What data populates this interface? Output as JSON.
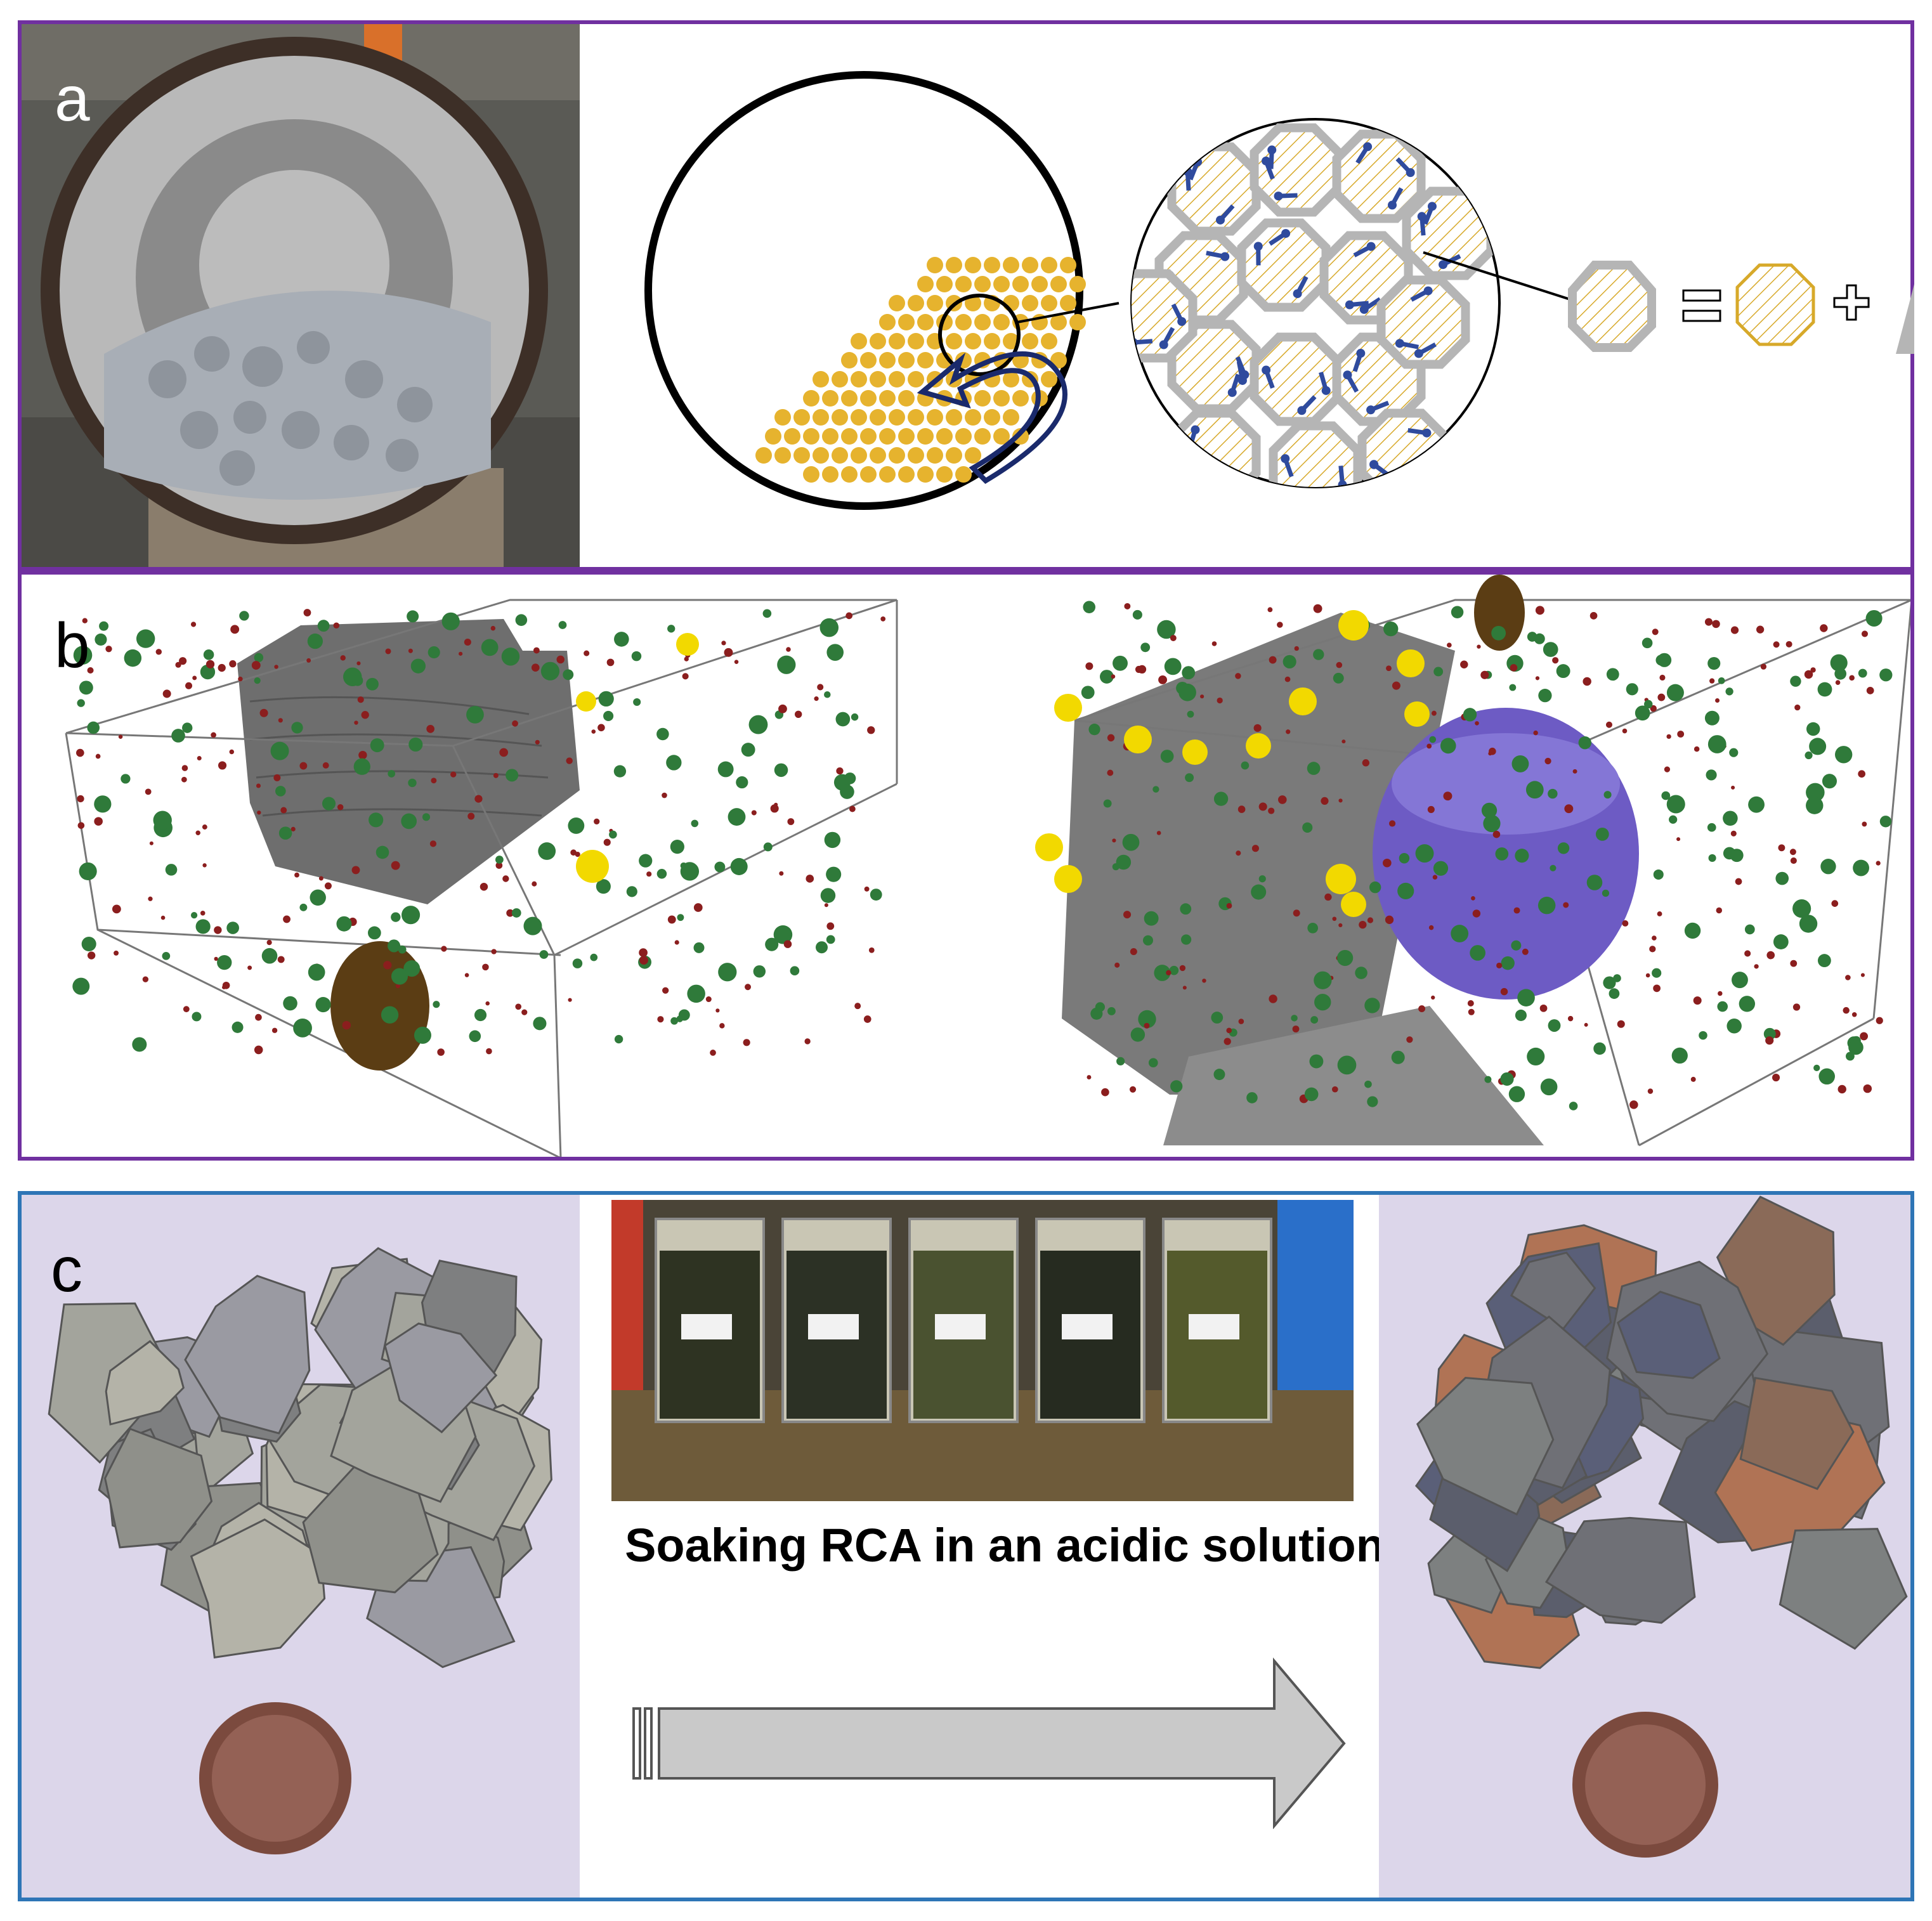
{
  "panels": {
    "a": {
      "letter": "a"
    },
    "b": {
      "letter": "b"
    },
    "c": {
      "letter": "c",
      "caption": "Soaking RCA in an acidic solution"
    }
  },
  "colors": {
    "panel_ab_border": "#7030a0",
    "panel_c_border": "#2e75b6",
    "aggregate_gold": "#e6b32e",
    "arrow_blue": "#2f4b9e",
    "void_purple": "#6d5bc4",
    "pore_green": "#2f7a3a",
    "pore_red": "#8b1e1e",
    "pore_yellow": "#f2d900",
    "pore_brown": "#5b3d14"
  },
  "icons": {
    "plus": "plus-sign-icon",
    "equals": "equals-sign-icon",
    "mortar": "mortar-triangle-icon"
  }
}
